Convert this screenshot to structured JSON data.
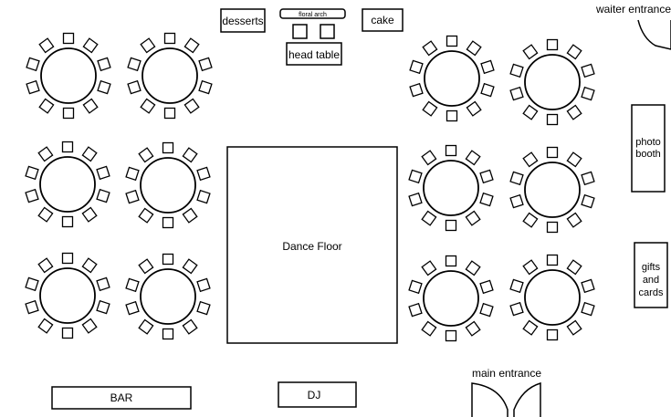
{
  "labels": {
    "desserts": "desserts",
    "floral_arch": "floral arch",
    "cake": "cake",
    "head_table": "head table",
    "waiter_entrance": "waiter entrance",
    "photo_booth_line1": "photo",
    "photo_booth_line2": "booth",
    "gifts_line1": "gifts",
    "gifts_line2": "and",
    "gifts_line3": "cards",
    "dance_floor": "Dance Floor",
    "bar": "BAR",
    "dj": "DJ",
    "main_entrance": "main entrance"
  },
  "tables": {
    "count": 12,
    "seats_per_table": 10
  },
  "colors": {
    "line": "#000000",
    "background": "#ffffff"
  }
}
